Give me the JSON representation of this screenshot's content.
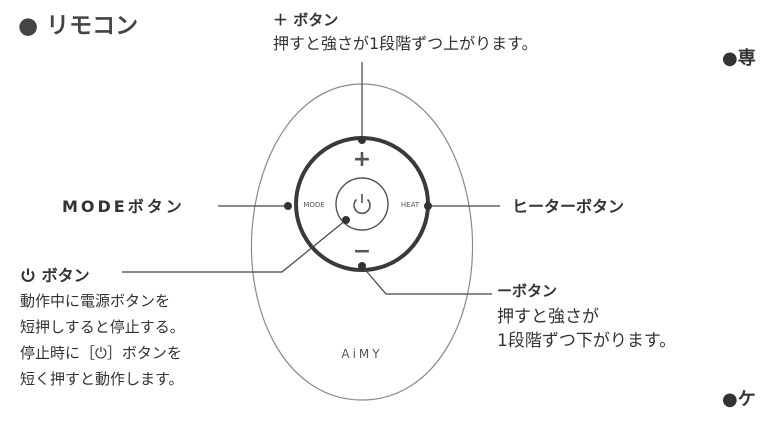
{
  "section_title": "● リモコン",
  "plus_button": {
    "title": "＋ ボタン",
    "description": "押すと強さが1段階ずつ上がります。"
  },
  "mode_button": {
    "label": "MODEボタン"
  },
  "heater_button": {
    "label": "ヒーターボタン"
  },
  "power_button": {
    "title": "ボタン",
    "description_lines": [
      "動作中に電源ボタンを",
      "短押しすると停止する。",
      "停止時に［⏻］ボタンを",
      "短く押すと動作します。"
    ]
  },
  "minus_button": {
    "title": "ーボタン",
    "description_lines": [
      "押すと強さが",
      "1段階ずつ下がります。"
    ]
  },
  "remote": {
    "plus_glyph": "+",
    "minus_glyph": "−",
    "mode_small": "MODE",
    "heat_small": "HEAT",
    "brand": "AiMY"
  },
  "cut_off_sections": [
    "●専",
    "●ケ"
  ],
  "colors": {
    "text": "#333333",
    "line": "#444444",
    "ring": "#3a3a3a",
    "remote_outline": "#8a8a8a"
  }
}
